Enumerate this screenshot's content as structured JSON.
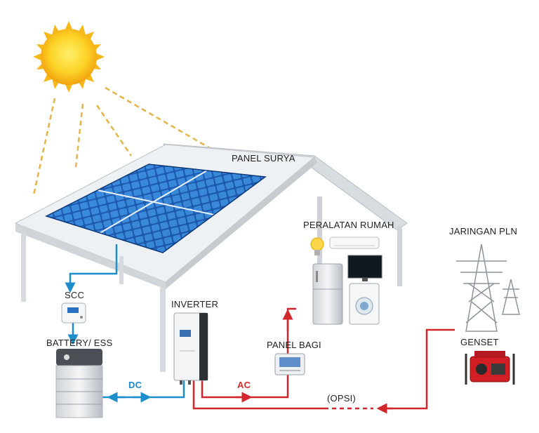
{
  "labels": {
    "solar_panel": "PANEL SURYA",
    "home_appliances": "PERALATAN RUMAH",
    "grid": "JARINGAN PLN",
    "scc": "SCC",
    "inverter": "INVERTER",
    "battery": "BATTERY/ ESS",
    "distribution_panel": "PANEL BAGI",
    "genset": "GENSET",
    "dc": "DC",
    "ac": "AC",
    "optional": "(OPSI)"
  },
  "colors": {
    "dc_line": "#1e8ecb",
    "ac_line": "#d1262c",
    "sun": "#fbbf1a",
    "sun_ray": "#e5b53a",
    "panel": "#1f5fb5",
    "roof": "#e7ebee"
  }
}
